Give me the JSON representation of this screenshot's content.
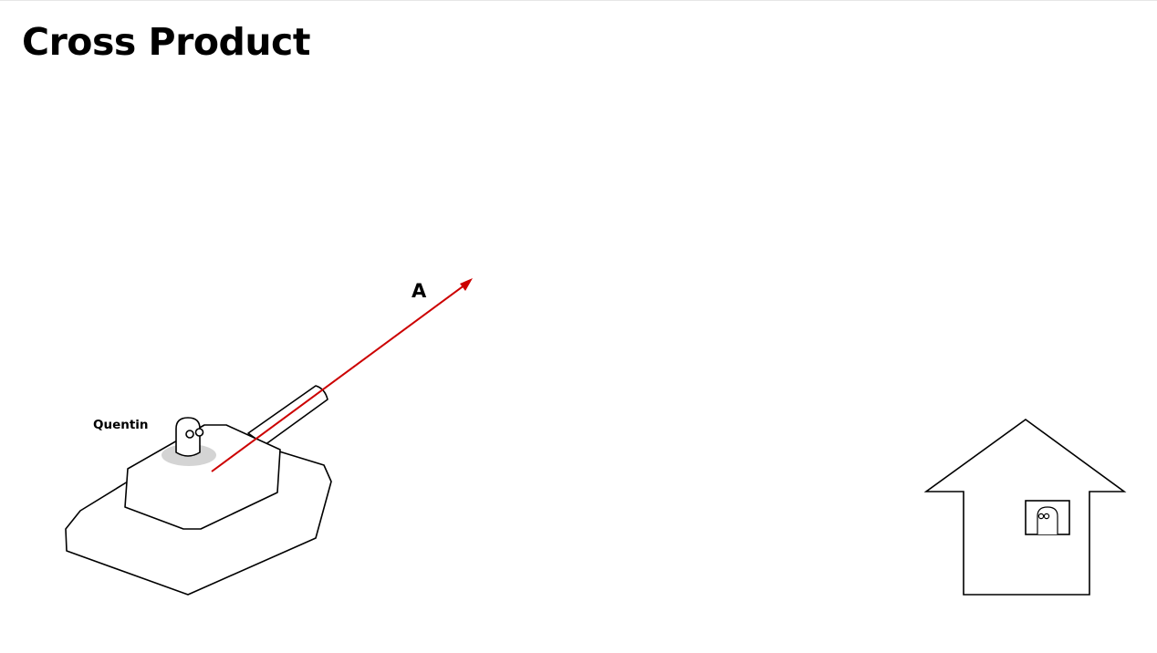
{
  "title": "Cross Product",
  "character_label": "Quentin",
  "vector_label": "A",
  "colors": {
    "vector": "#cc0000",
    "stroke": "#000000",
    "shadow": "#d4d4d4",
    "background": "#ffffff"
  },
  "icons": [
    "tank",
    "quentin-character",
    "house",
    "window-character"
  ]
}
